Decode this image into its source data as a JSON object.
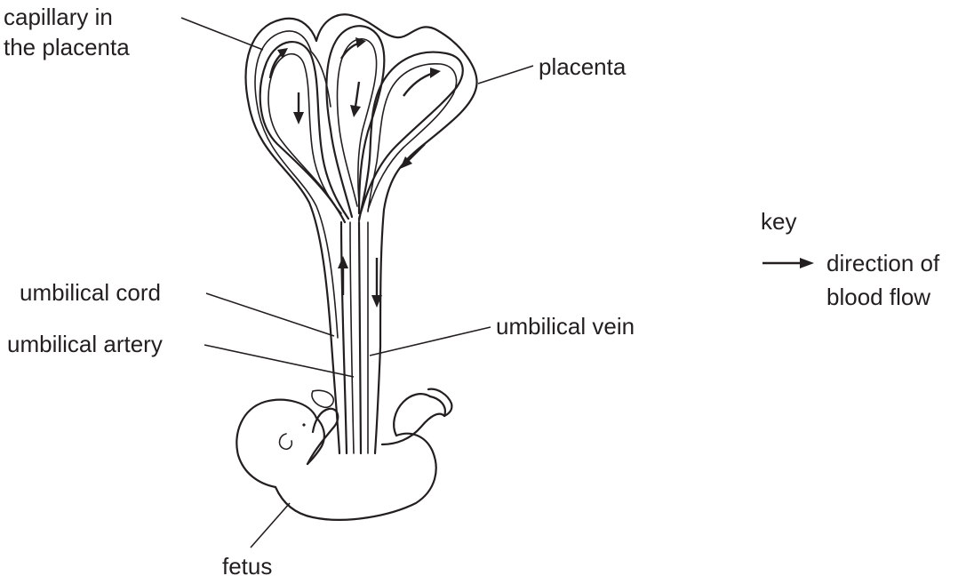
{
  "labels": {
    "capillary_line1": "capillary in",
    "capillary_line2": "the placenta",
    "placenta": "placenta",
    "umbilical_cord": "umbilical cord",
    "umbilical_artery": "umbilical artery",
    "umbilical_vein": "umbilical vein",
    "fetus": "fetus"
  },
  "key": {
    "title": "key",
    "line1": "direction of",
    "line2": "blood flow"
  },
  "colors": {
    "ink": "#231f20",
    "background": "#ffffff"
  }
}
